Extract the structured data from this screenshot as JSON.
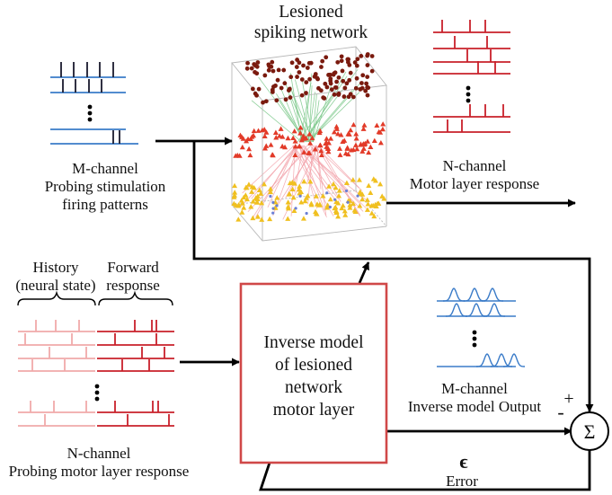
{
  "title": {
    "line1": "Lesioned",
    "line2": "spiking network"
  },
  "stim": {
    "line1": "M-channel",
    "line2": "Probing stimulation",
    "line3": "firing patterns"
  },
  "motor_out": {
    "line1": "N-channel",
    "line2": "Motor layer response"
  },
  "history": {
    "line1": "History",
    "line2": "(neural state)"
  },
  "forward": {
    "line1": "Forward",
    "line2": "response"
  },
  "probe": {
    "line1": "N-channel",
    "line2": "Probing motor layer response"
  },
  "inverse": {
    "line1": "Inverse model",
    "line2": "of lesioned",
    "line3": "network",
    "line4": "motor layer"
  },
  "inv_out": {
    "line1": "M-channel",
    "line2": "Inverse model Output"
  },
  "sum": {
    "symbol": "Σ",
    "plus": "+",
    "minus": "-"
  },
  "error": {
    "symbol": "ϵ",
    "label": "Error"
  },
  "colors": {
    "stim_blue": "#3a7bc8",
    "spike_dark": "#1a1a2e",
    "motor_red": "#c8202a",
    "history_pink": "#f0aaaa",
    "inverse_border": "#d04848",
    "layer_top": "#7a1a0e",
    "layer_mid": "#e23a28",
    "layer_bot": "#f0c020",
    "link_green": "#7cc88a",
    "link_pink": "#f2a0a8"
  }
}
